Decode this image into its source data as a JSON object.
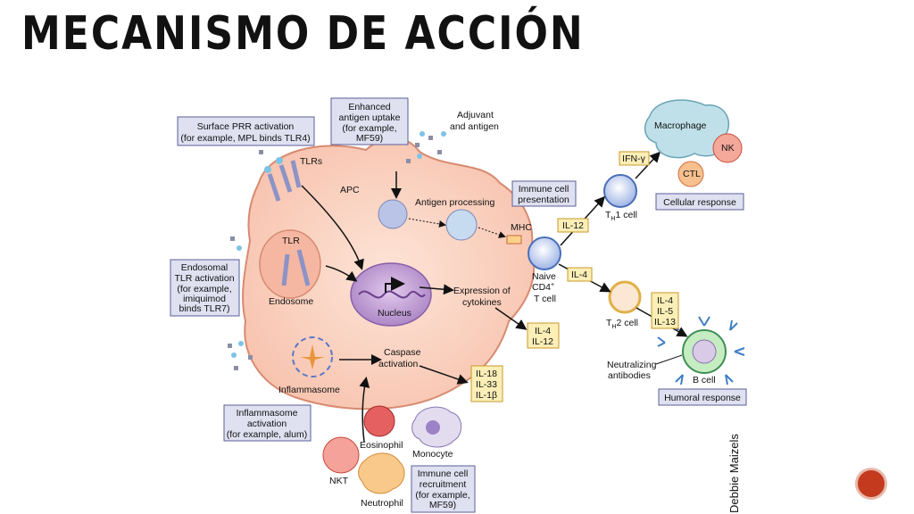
{
  "slide": {
    "title": "MECANISMO DE ACCIÓN",
    "credit": "Debbie Maizels"
  },
  "boxes": {
    "surface_prr": [
      "Surface PRR activation",
      "(for example, MPL binds TLR4)"
    ],
    "enhanced_uptake": [
      "Enhanced",
      "antigen uptake",
      "(for example,",
      "MF59)"
    ],
    "endosomal": [
      "Endosomal",
      "TLR activation",
      "(for example,",
      "imiquimod",
      "binds TLR7)"
    ],
    "inflammasome_act": [
      "Inflammasome",
      "activation",
      "(for example, alum)"
    ],
    "immune_presentation": [
      "Immune cell",
      "presentation"
    ],
    "immune_recruitment": [
      "Immune cell",
      "recruitment",
      "(for example,",
      "MF59)"
    ],
    "cellular_response": "Cellular response",
    "humoral_response": "Humoral response"
  },
  "cytokines": {
    "il12": "IL-12",
    "il4_arrow": "IL-4",
    "ifn": "IFN-γ",
    "expr_box": [
      "IL-4",
      "IL-12"
    ],
    "caspase_box": [
      "IL-18",
      "IL-33",
      "IL-1β"
    ],
    "th2_box": [
      "IL-4",
      "IL-5",
      "IL-13"
    ]
  },
  "labels": {
    "adjuvant": [
      "Adjuvant",
      "and antigen"
    ],
    "tlrs": "TLRs",
    "apc": "APC",
    "antigen_processing": "Antigen processing",
    "mhc": "MHC",
    "tlr": "TLR",
    "endosome": "Endosome",
    "nucleus": "Nucleus",
    "expression": [
      "Expression of",
      "cytokines"
    ],
    "caspase": [
      "Caspase",
      "activation"
    ],
    "inflammasome": "Inflammasome",
    "naive": [
      "Naive",
      "CD4",
      "T cell"
    ],
    "th1": "T",
    "th1_sub": "H",
    "th1_rest": "1 cell",
    "th2": "T",
    "th2_sub": "H",
    "th2_rest": "2 cell",
    "macrophage": "Macrophage",
    "nk": "NK",
    "ctl": "CTL",
    "neutralizing": [
      "Neutralizing",
      "antibodies"
    ],
    "bcell": "B cell",
    "eosinophil": "Eosinophil",
    "monocyte": "Monocyte",
    "nkt": "NKT",
    "neutrophil": "Neutrophil"
  }
}
